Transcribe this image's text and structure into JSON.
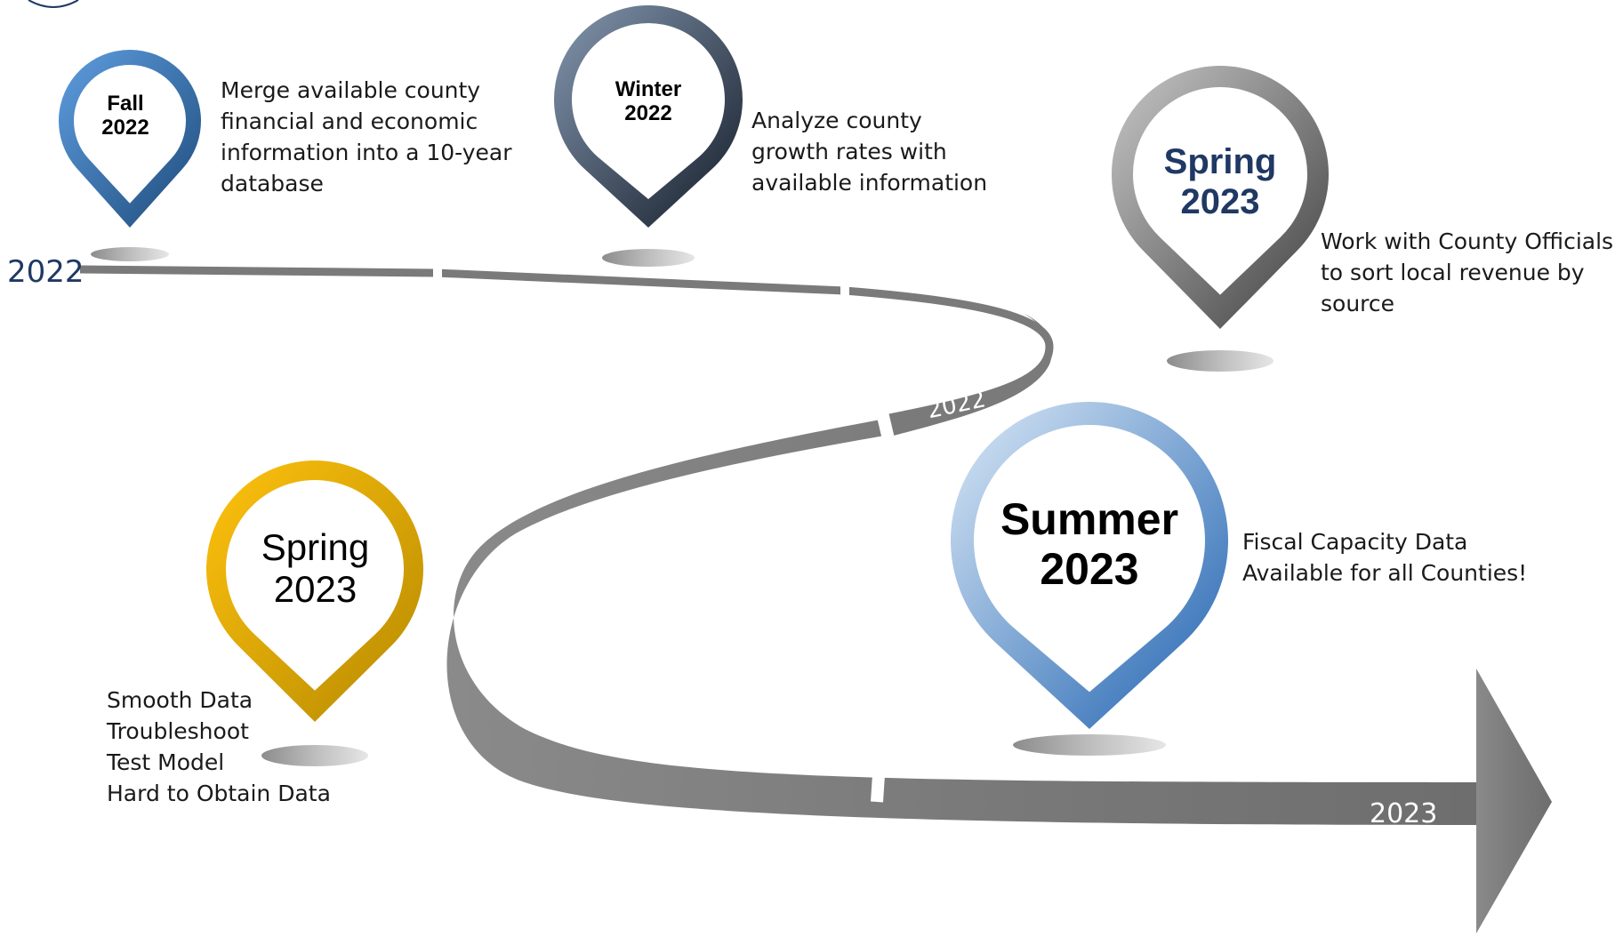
{
  "timeline": {
    "start_label": "2022",
    "mid_label": "2022",
    "end_label": "2023"
  },
  "colors": {
    "road": "#7d7d7d",
    "blue_pin": "#3a78b8",
    "slate_pin": "#1e2a3a",
    "gray_pin": "#5a5a5a",
    "gold_pin": "#c99a00",
    "light_blue_pin": "#2f6fb8",
    "navy_text": "#1f3864"
  },
  "milestones": [
    {
      "id": "fall-2022",
      "season": "Fall",
      "year": "2022",
      "description": [
        "Merge  available  county",
        "financial  and economic",
        "information into  a 10-year",
        "database"
      ],
      "icon": "map-pin-icon"
    },
    {
      "id": "winter-2022",
      "season": "Winter",
      "year": "2022",
      "description": [
        "Analyze county",
        "growth rates with",
        "available information"
      ],
      "icon": "map-pin-icon"
    },
    {
      "id": "spring-2023-gray",
      "season": "Spring",
      "year": "2023",
      "description": [
        "Work with County Officials",
        "to sort local revenue by",
        "source"
      ],
      "icon": "map-pin-icon"
    },
    {
      "id": "spring-2023-gold",
      "season": "Spring",
      "year": "2023",
      "description": [
        "Smooth Data",
        "Troubleshoot",
        "Test Model",
        "Hard to Obtain Data"
      ],
      "icon": "map-pin-icon"
    },
    {
      "id": "summer-2023",
      "season": "Summer",
      "year": "2023",
      "description": [
        "Fiscal Capacity Data",
        "Available for all Counties!"
      ],
      "icon": "map-pin-icon"
    }
  ]
}
